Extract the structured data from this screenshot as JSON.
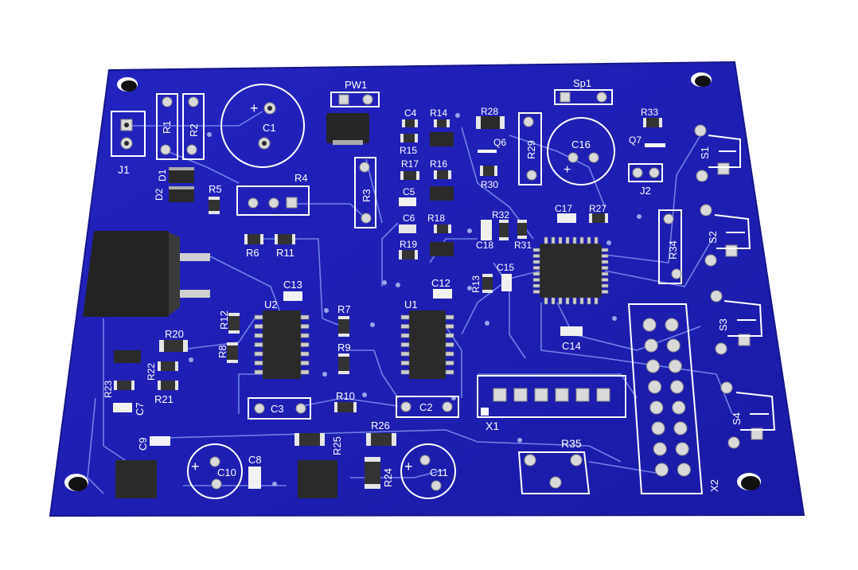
{
  "board": {
    "solder_mask": "#1f1fb4",
    "background": "#ffffff",
    "silkscreen": "#ffffff",
    "trace_color": "#6f82e6",
    "pad_color": "#d9d9d9",
    "chip_color": "#2b2b2b"
  },
  "labels": {
    "J1": "J1",
    "R1": "R1",
    "R2": "R2",
    "C1": "C1",
    "PW1": "PW1",
    "Sp1": "Sp1",
    "C4": "C4",
    "R14": "R14",
    "R15": "R15",
    "R28": "R28",
    "Q6": "Q6",
    "R29": "R29",
    "C16": "C16",
    "R33": "R33",
    "Q7": "Q7",
    "S1": "S1",
    "D1": "D1",
    "D2": "D2",
    "R5": "R5",
    "R4": "R4",
    "R3": "R3",
    "R17": "R17",
    "R16": "R16",
    "C5": "C5",
    "R30": "R30",
    "J2": "J2",
    "C6": "C6",
    "R18": "R18",
    "R32": "R32",
    "C17": "C17",
    "R27": "R27",
    "R6": "R6",
    "R11": "R11",
    "R19": "R19",
    "C18": "C18",
    "R31": "R31",
    "R34": "R34",
    "S2": "S2",
    "C13": "C13",
    "C12": "C12",
    "R13": "R13",
    "C15": "C15",
    "U2": "U2",
    "U1": "U1",
    "R7": "R7",
    "R12": "R12",
    "R9": "R9",
    "R8": "R8",
    "R20": "R20",
    "R22": "R22",
    "R23": "R23",
    "R21": "R21",
    "C7": "C7",
    "C14": "C14",
    "S3": "S3",
    "C3": "C3",
    "C2": "C2",
    "R10": "R10",
    "X1": "X1",
    "R26": "R26",
    "R35": "R35",
    "C9": "C9",
    "C10": "C10",
    "C8": "C8",
    "R25": "R25",
    "R24": "R24",
    "C11": "C11",
    "X2": "X2",
    "S4": "S4",
    "plus": "+"
  }
}
